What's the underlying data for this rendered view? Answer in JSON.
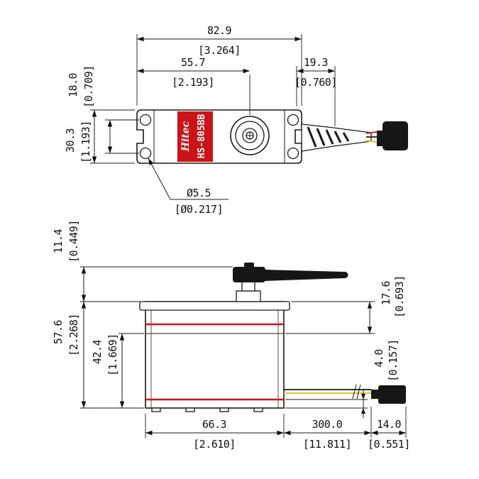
{
  "servo_label": {
    "brand": "Hitec",
    "model": "HS-805BB",
    "label_color": "#cc1418"
  },
  "top_view": {
    "overall_width_mm": "82.9",
    "overall_width_in": "[3.264]",
    "shaft_offset_mm": "55.7",
    "shaft_offset_in": "[2.193]",
    "right_span_mm": "19.3",
    "right_span_in": "[0.760]",
    "hole_span_mm": "18.0",
    "hole_span_in": "[0.709]",
    "depth_mm": "30.3",
    "depth_in": "[1.193]",
    "hole_dia_mm": "Ø5.5",
    "hole_dia_in": "[Ø0.217]"
  },
  "side_view": {
    "horn_height_mm": "11.4",
    "horn_height_in": "[0.449]",
    "case_height_mm": "57.6",
    "case_height_in": "[2.268]",
    "lower_case_mm": "42.4",
    "lower_case_in": "[1.669]",
    "upper_case_mm": "17.6",
    "upper_case_in": "[0.693]",
    "seam_mm": "4.0",
    "seam_in": "[0.157]",
    "body_length_mm": "66.3",
    "body_length_in": "[2.610]",
    "wire_length_mm": "300.0",
    "wire_length_in": "[11.811]",
    "connector_mm": "14.0",
    "connector_in": "[0.551]"
  },
  "colors": {
    "line": "#1a1a1a",
    "accent_red": "#cc1418",
    "wire_yellow": "#e0c63c"
  }
}
